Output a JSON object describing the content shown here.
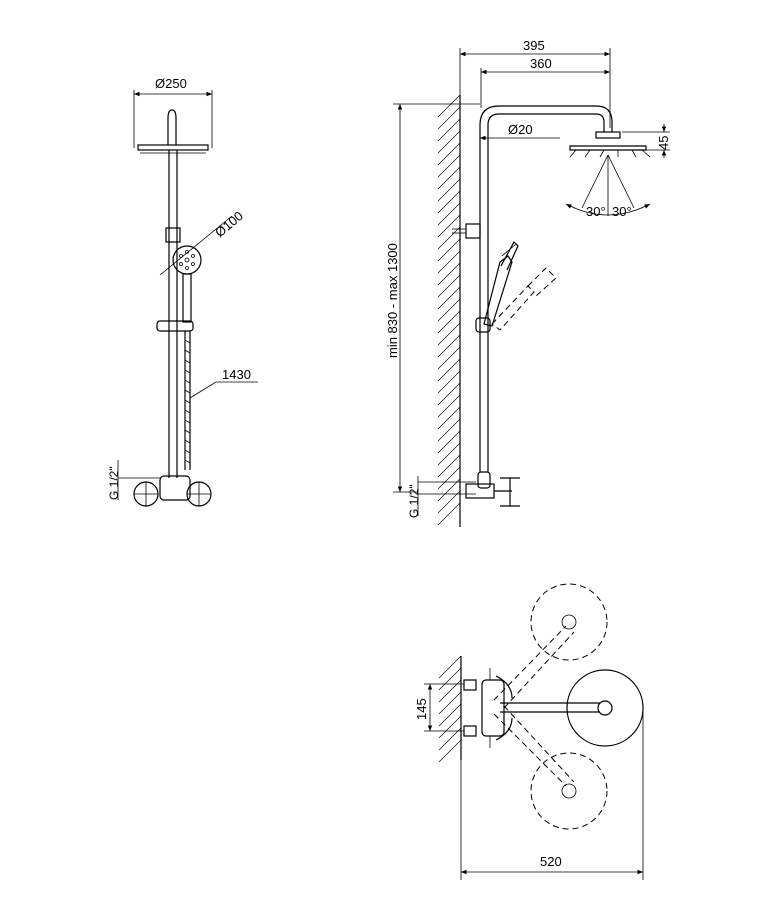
{
  "front_view": {
    "head_diameter": "Ø250",
    "hand_diameter": "Ø100",
    "hose_length": "1430",
    "thread": "G 1/2\""
  },
  "side_view": {
    "width_total": "395",
    "width_arm": "360",
    "pipe_diameter": "Ø20",
    "head_thickness": "45",
    "angle_left": "30°",
    "angle_right": "30°",
    "height_range": "min 830 - max 1300",
    "thread": "G 1/2\""
  },
  "top_view": {
    "spacing": "145",
    "projection": "520"
  }
}
